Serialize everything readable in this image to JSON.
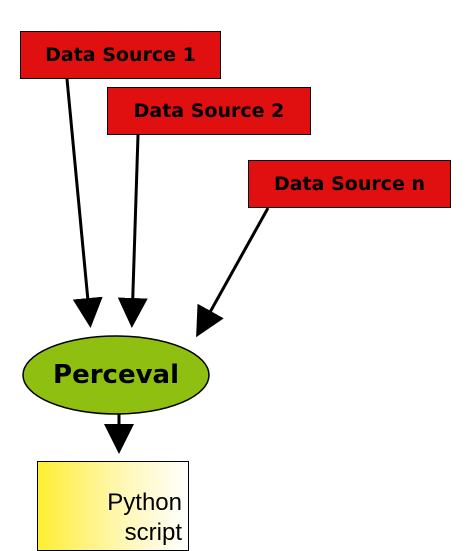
{
  "sources": [
    {
      "label": "Data Source 1"
    },
    {
      "label": "Data Source 2"
    },
    {
      "label": "Data Source n"
    }
  ],
  "processor": {
    "label": "Perceval"
  },
  "output": {
    "line1": "Python",
    "line2": "script"
  },
  "colors": {
    "source_fill": "#e01010",
    "processor_fill": "#8fbf10",
    "output_gradient_start": "#ffee33",
    "output_gradient_end": "#ffffff"
  }
}
